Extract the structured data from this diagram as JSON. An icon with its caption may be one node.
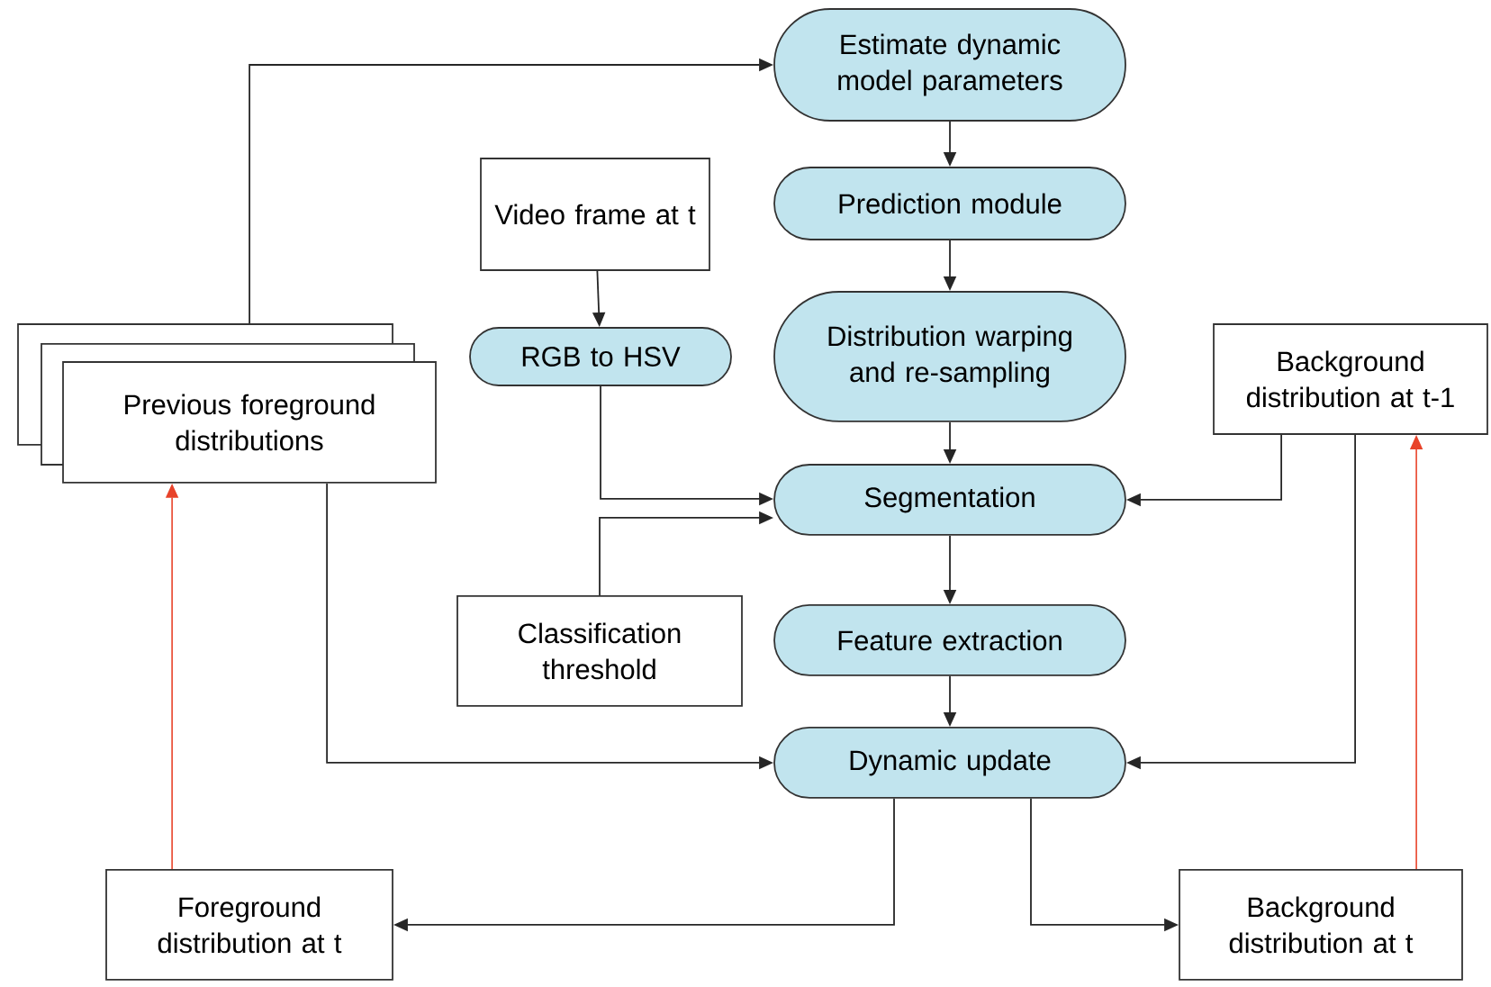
{
  "diagram": {
    "nodes": [
      {
        "text": [
          "Estimate dynamic model parameters"
        ]
      },
      {
        "text": [
          "Prediction module"
        ]
      },
      {
        "text": [
          "Distribution warping and re-sampling"
        ]
      },
      {
        "text": [
          "Segmentation"
        ]
      },
      {
        "text": [
          "Feature extraction"
        ]
      },
      {
        "text": [
          "Dynamic update"
        ]
      },
      {
        "text": [
          "Video frame at t"
        ]
      },
      {
        "text": [
          "RGB to HSV"
        ]
      },
      {
        "text": [
          "Previous foreground distributions"
        ]
      },
      {
        "text": [
          "Background distribution at t-1"
        ]
      },
      {
        "text": [
          "Classification threshold"
        ]
      },
      {
        "text": [
          "Foreground distribution at t"
        ]
      },
      {
        "text": [
          "Background distribution at t"
        ]
      }
    ],
    "edges": [
      {
        "from": 8,
        "to": 0,
        "arrow": "to"
      },
      {
        "from": 0,
        "to": 1,
        "arrow": "to"
      },
      {
        "from": 1,
        "to": 2,
        "arrow": "to"
      },
      {
        "from": 2,
        "to": 3,
        "arrow": "to"
      },
      {
        "from": 6,
        "to": 7,
        "arrow": "to"
      },
      {
        "from": 7,
        "to": 3,
        "arrow": "to"
      },
      {
        "from": 10,
        "to": 3,
        "arrow": "to"
      },
      {
        "from": 9,
        "to": 3,
        "arrow": "to"
      },
      {
        "from": 3,
        "to": 4,
        "arrow": "to"
      },
      {
        "from": 4,
        "to": 5,
        "arrow": "to"
      },
      {
        "from": 8,
        "to": 5,
        "arrow": "to"
      },
      {
        "from": 9,
        "to": 5,
        "arrow": "to"
      },
      {
        "from": 5,
        "to": 11,
        "arrow": "to"
      },
      {
        "from": 5,
        "to": 12,
        "arrow": "to"
      },
      {
        "from": 11,
        "to": 8,
        "arrow": "to",
        "color": "#e8432a"
      },
      {
        "from": 12,
        "to": 9,
        "arrow": "to",
        "color": "#e8432a"
      }
    ]
  }
}
